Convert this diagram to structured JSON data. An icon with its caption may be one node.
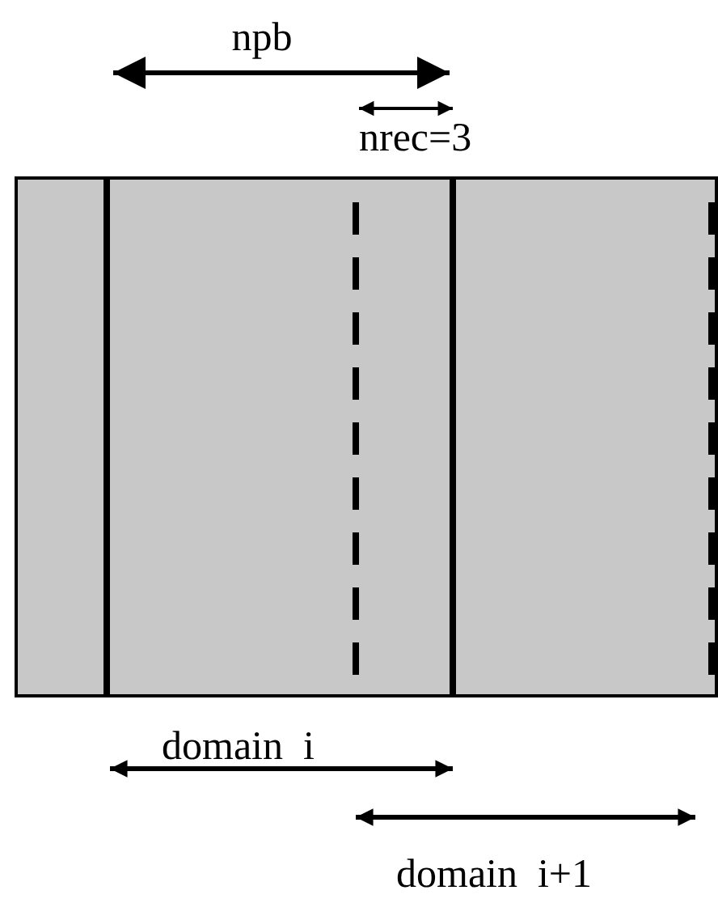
{
  "diagram": {
    "labels": [
      "npb",
      "nrec=3",
      "domain  i",
      "domain  i+1"
    ]
  }
}
